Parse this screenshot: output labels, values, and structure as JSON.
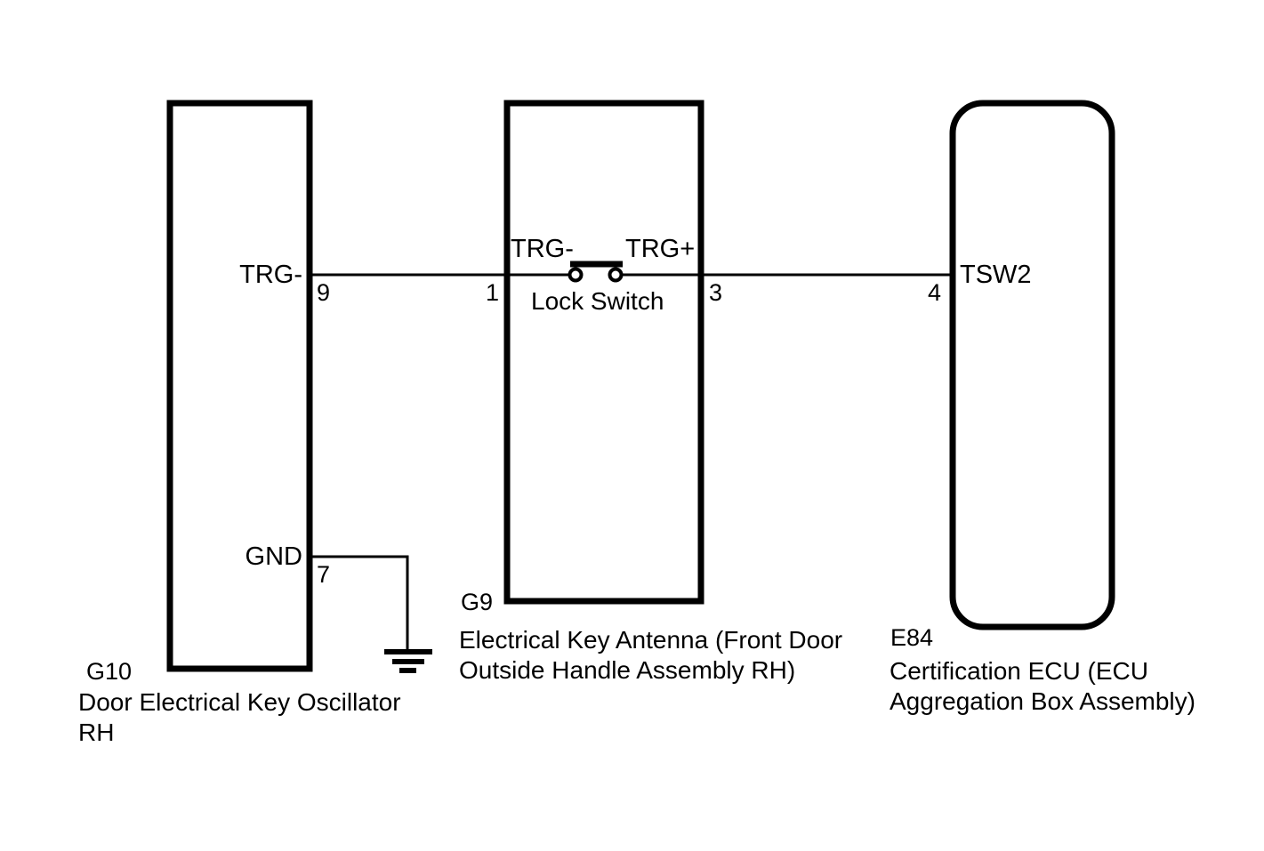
{
  "diagram": {
    "title": "Electrical Key Antenna / Lock Switch Wiring Diagram",
    "stroke_color": "#000000",
    "background_color": "#ffffff"
  },
  "components": {
    "oscillator": {
      "id_code": "G10",
      "description_line1": "Door Electrical Key Oscillator",
      "description_line2": "RH",
      "terminals": [
        {
          "name": "TRG-",
          "pin": "9"
        },
        {
          "name": "GND",
          "pin": "7"
        }
      ]
    },
    "antenna": {
      "id_code": "G9",
      "description_line1": "Electrical Key Antenna (Front Door",
      "description_line2": "Outside Handle Assembly RH)",
      "switch_label": "Lock Switch",
      "switch_terminal_left": "TRG-",
      "switch_terminal_right": "TRG+",
      "terminals": [
        {
          "name": "",
          "pin": "1"
        },
        {
          "name": "",
          "pin": "3"
        }
      ]
    },
    "ecu": {
      "id_code": "E84",
      "description_line1": "Certification ECU (ECU",
      "description_line2": "Aggregation Box Assembly)",
      "terminals": [
        {
          "name": "TSW2",
          "pin": "4"
        }
      ]
    }
  },
  "symbols": {
    "ground": "ground-symbol",
    "switch": "normally-closed-switch"
  }
}
